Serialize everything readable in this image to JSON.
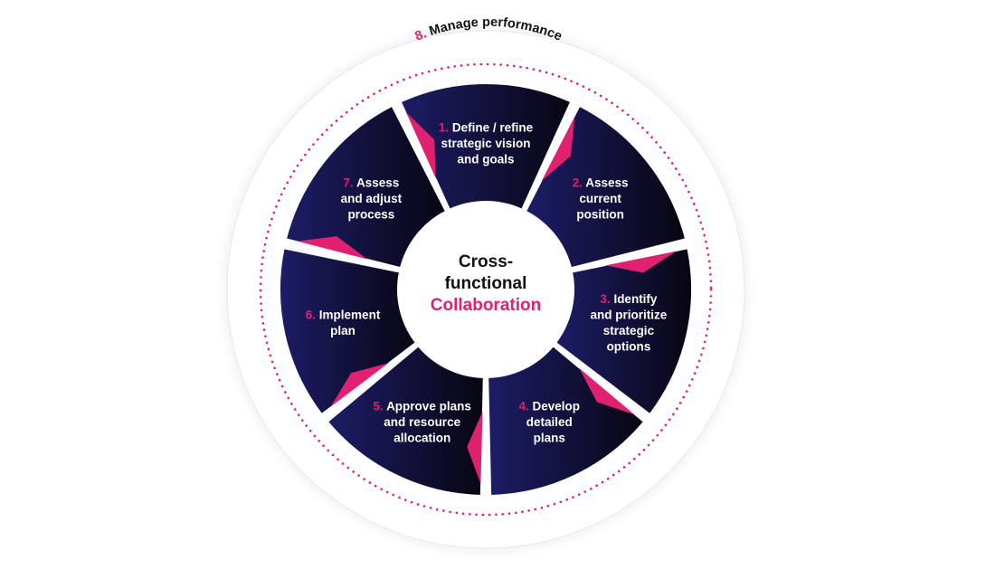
{
  "diagram": {
    "center": {
      "line1": "Cross-",
      "line2": "functional",
      "line3": "Collaboration"
    },
    "outer": {
      "number": "8.",
      "label": "Manage performance"
    },
    "segments": [
      {
        "number": "1.",
        "lines": [
          "Define / refine",
          "strategic vision",
          "and goals"
        ]
      },
      {
        "number": "2.",
        "lines": [
          "Assess",
          "current",
          "position"
        ]
      },
      {
        "number": "3.",
        "lines": [
          "Identify",
          "and prioritize",
          "strategic",
          "options"
        ]
      },
      {
        "number": "4.",
        "lines": [
          "Develop",
          "detailed",
          "plans"
        ]
      },
      {
        "number": "5.",
        "lines": [
          "Approve plans",
          "and resource",
          "allocation"
        ]
      },
      {
        "number": "6.",
        "lines": [
          "Implement",
          "plan"
        ]
      },
      {
        "number": "7.",
        "lines": [
          "Assess",
          "and adjust",
          "process"
        ]
      }
    ],
    "colors": {
      "navy": "#1b1a5c",
      "dark": "#0b0a1c",
      "accent": "#e0216f",
      "ring": "#ffffff"
    }
  }
}
